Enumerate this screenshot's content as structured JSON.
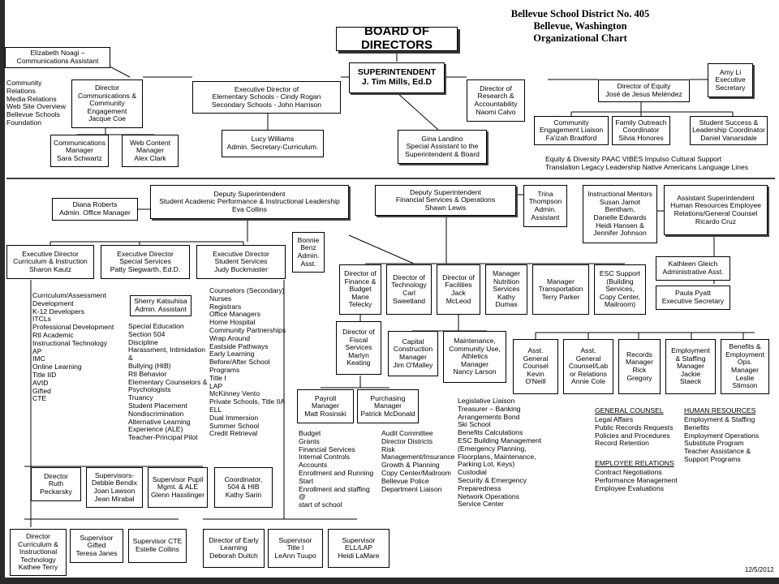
{
  "header": {
    "line1": "Bellevue School District No. 405",
    "line2": "Bellevue, Washington",
    "line3": "Organizational Chart"
  },
  "board": "BOARD OF DIRECTORS",
  "superintendent": "SUPERINTENDENT\nJ. Tim Mills, Ed.D",
  "top": {
    "noagi": "Elizabeth Noagi –\nCommunications Assistant",
    "comm_list": "Community Relations\nMedia Relations\nWeb Site Overview\nBellevue Schools\nFoundation",
    "dir_comm": "Director\nCommunications &\nCommunity Engagement\nJacque Coe",
    "comm_mgr": "Communications\nManager\nSara Schwartz",
    "web_mgr": "Web Content\nManager\nAlex Clark",
    "exec_elem": "Executive Director of\nElementary Schools - Cindy Rogan\nSecondary Schools - John Harrison",
    "lucy": "Lucy Williams\nAdmin. Secretary-Curriculum.",
    "gina": "Gina Landino\nSpecial Assistant to the\nSuperintendent & Board",
    "dir_research": "Director of\nResearch &\nAccountability\nNaomi Calvo",
    "dir_equity": "Director of Equity\nJosé de Jesus Meléndez",
    "amy": "Amy Li\nExecutive\nSecretary",
    "comm_liaison": "Community\nEngagement Liaison\nFa'izah Bradford",
    "family_outreach": "Family Outreach\nCoordinator\nSilvia Honores",
    "student_success": "Student Success &\nLeadership Coordinator\nDaniel Vanarsdale",
    "equity_list": "Equity & Diversity  PAAC  VIBES  Impulso  Cultural Support\nTranslation  Legacy Leadership  Native Americans  Language Lines"
  },
  "deputy_academic": {
    "box": "Deputy Superintendent\nStudent Academic Performance & Instructional Leadership\nEva Collins",
    "diana": "Diana Roberts\nAdmin. Office Manager",
    "exec_curr": "Executive Director\nCurriculum & Instruction\nSharon Kautz",
    "exec_special": "Executive Director\nSpecial Services\nPatty Siegwarth, Ed.D.",
    "exec_student": "Executive Director\nStudent Services\nJudy Buckmaster",
    "bonnie": "Bonnie\nBenz\nAdmin.\nAsst.",
    "curr_list": "Curriculum/Assessment\nDevelopment\nK-12 Developers\nITCLs\nProfessional Development\nRtI Academic\nInstructional Technology\nAP\nIMC\nOnline Learning\nTitle IID\nAVID\nGifted\nCTE",
    "sherry": "Sherry Katsuhisa\nAdmin. Assistant",
    "special_list": "Special Education\nSection 504\nDiscipline\nHarassment, Intimidation &\nBullying (HIB)\nRtI Behavior\nElementary Counselors &\nPsychologists\nTruancy\nStudent Placement\nNondiscrimination\nAlternative Learning\nExperience (ALE)\nTeacher-Principal Pilot",
    "student_list": "Counselors (Secondary)\nNurses\nRegistrars\nOffice Managers\nHome Hospital\nCommunity Partnerships\nWrap Around\nEastside Pathways\nEarly Learning\nBefore/After School\n  Programs\nTitle I\nLAP\nMcKinney Vento\nPrivate Schools, Title IIA\nELL\nDual Immersion\nSummer School\nCredit Retrieval",
    "dir_ruth": "Director\nRuth\nPeckarsky",
    "sup_bendix": "Supervisors-\nDebbie Bendix\nJoan Lawson\nJean Mirabal",
    "sup_pupil": "Supervisor Pupil\nMgmt. & ALE\nGlenn Hasslinger",
    "coord_504": "Coordinator,\n504 & HIB\nKathy Sarin",
    "dir_curr_tech": "Director\nCurriculum &\nInstructional\nTechnology\nKathee Terry",
    "sup_gifted": "Supervisor\nGifted\nTeresa Janes",
    "sup_cte": "Supervisor CTE\nEstelle Collins",
    "dir_early": "Director of Early\nLearning\nDeborah Duitch",
    "sup_title1": "Supervisor\nTitle I\nLeAnn Tuupo",
    "sup_ell": "Supervisor\nELL/LAP\nHeidi LaMare"
  },
  "deputy_finance": {
    "box": "Deputy Superintendent\nFinancial Services & Operations\nShawn Lewis",
    "trina": "Trina\nThompson\nAdmin.\nAssistant",
    "dir_finance": "Director of\nFinance &\nBudget\nMarie\nTelecky",
    "dir_tech": "Director of\nTechnology\nCarl\nSweetland",
    "dir_facilities": "Director of\nFacilities\nJack\nMcLeod",
    "mgr_nutrition": "Manager\nNutrition\nServices\nKathy\nDumas",
    "mgr_transport": "Manager\nTransportation\nTerry Parker",
    "esc_support": "ESC Support\n(Building\nServices,\nCopy Center,\nMailroom)",
    "dir_fiscal": "Director of\nFiscal\nServices\nMarlyn\nKeating",
    "capital": "Capital\nConstruction\nManager\nJim O'Malley",
    "maintenance": "Maintenance,\nCommunity Use,\nAthletics\nManager\nNancy Larson",
    "payroll": "Payroll\nManager\nMatt Rosinski",
    "purchasing": "Purchasing\nManager\nPatrick McDonald",
    "finance_list": "Budget\nGrants\nFinancial Services\nInternal Controls\nAccounts\nEnrollment and Running\nStart\nEnrollment and staffing @\nstart of school",
    "audit_list": "Audit Committee\nDirector Districts\nRisk\nManagement/Insurance\nGrowth & Planning\nCopy Center/Mailroom\nBellevue Police\nDepartment Liaison",
    "ops_list": "Legislative Liaison\nTreasurer – Banking\nArrangements Bond\nSki School\nBenefits Calculations\nESC Building Management\n(Emergency Planning,\nFloorplans, Maintenance,\nParking Lot, Keys)\nCustodial\nSecurity & Emergency\nPreparedness\nNetwork Operations\nService Center"
  },
  "assistant_hr": {
    "mentors": "Instructional Mentors\nSusan Jamot\nBentham,\nDanelle Edwards\nHeidi Hansen  &\nJennifer Johnson",
    "box": "Assistant Superintendent\nHuman Resources Employee\nRelations/General Counsel\nRicardo Cruz",
    "kathleen": "Kathleen Gleich\nAdministrative Asst.",
    "paula": "Paula Pyatt\nExecutive Secretary",
    "counsel1": "Asst.\nGeneral\nCounsel\nKevin\nO'Neill",
    "counsel2": "Asst.\nGeneral\nCounsel/Lab\nor Relations\nAnnie Cole",
    "records": "Records\nManager\nRick\nGregory",
    "staffing": "Employment\n& Staffing\nManager\nJackie\nStaeck",
    "benefits": "Benefits &\nEmployment\nOps. Manager\nLeslie\nStimson",
    "gc_head": "GENERAL COUNSEL",
    "gc_list": "Legal Affairs\nPublic Records Requests\nPolicies and Procedures\nRecord Retention",
    "er_head": "EMPLOYEE RELATIONS",
    "er_list": "Contract Negotiations\nPerformance Management\nEmployee Evaluations",
    "hr_head": "HUMAN RESOURCES",
    "hr_list": "Employment & Staffing\nBenefits\nEmployment Operations\nSubstitute Program\nTeacher Assistance &\nSupport Programs"
  },
  "date": "12/5/2012"
}
